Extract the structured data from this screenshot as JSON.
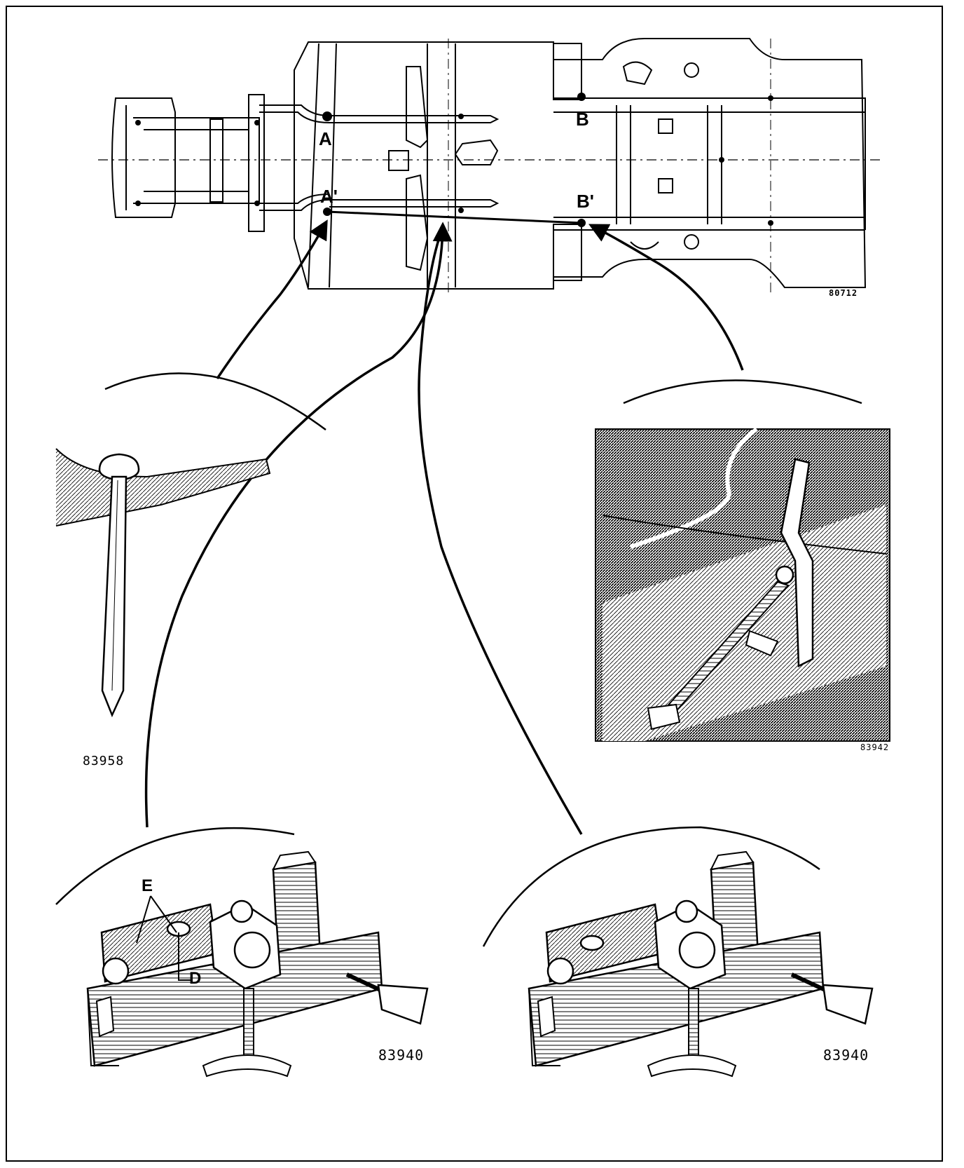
{
  "chassis": {
    "ref_number": "80712",
    "points": {
      "a": "A",
      "a_prime": "A'",
      "b": "B",
      "b_prime": "B'"
    }
  },
  "details": {
    "pin_ref": "83958",
    "photo_ref": "83942",
    "gauge_left_ref": "83940",
    "gauge_right_ref": "83940",
    "label_e": "E",
    "label_d": "D"
  }
}
